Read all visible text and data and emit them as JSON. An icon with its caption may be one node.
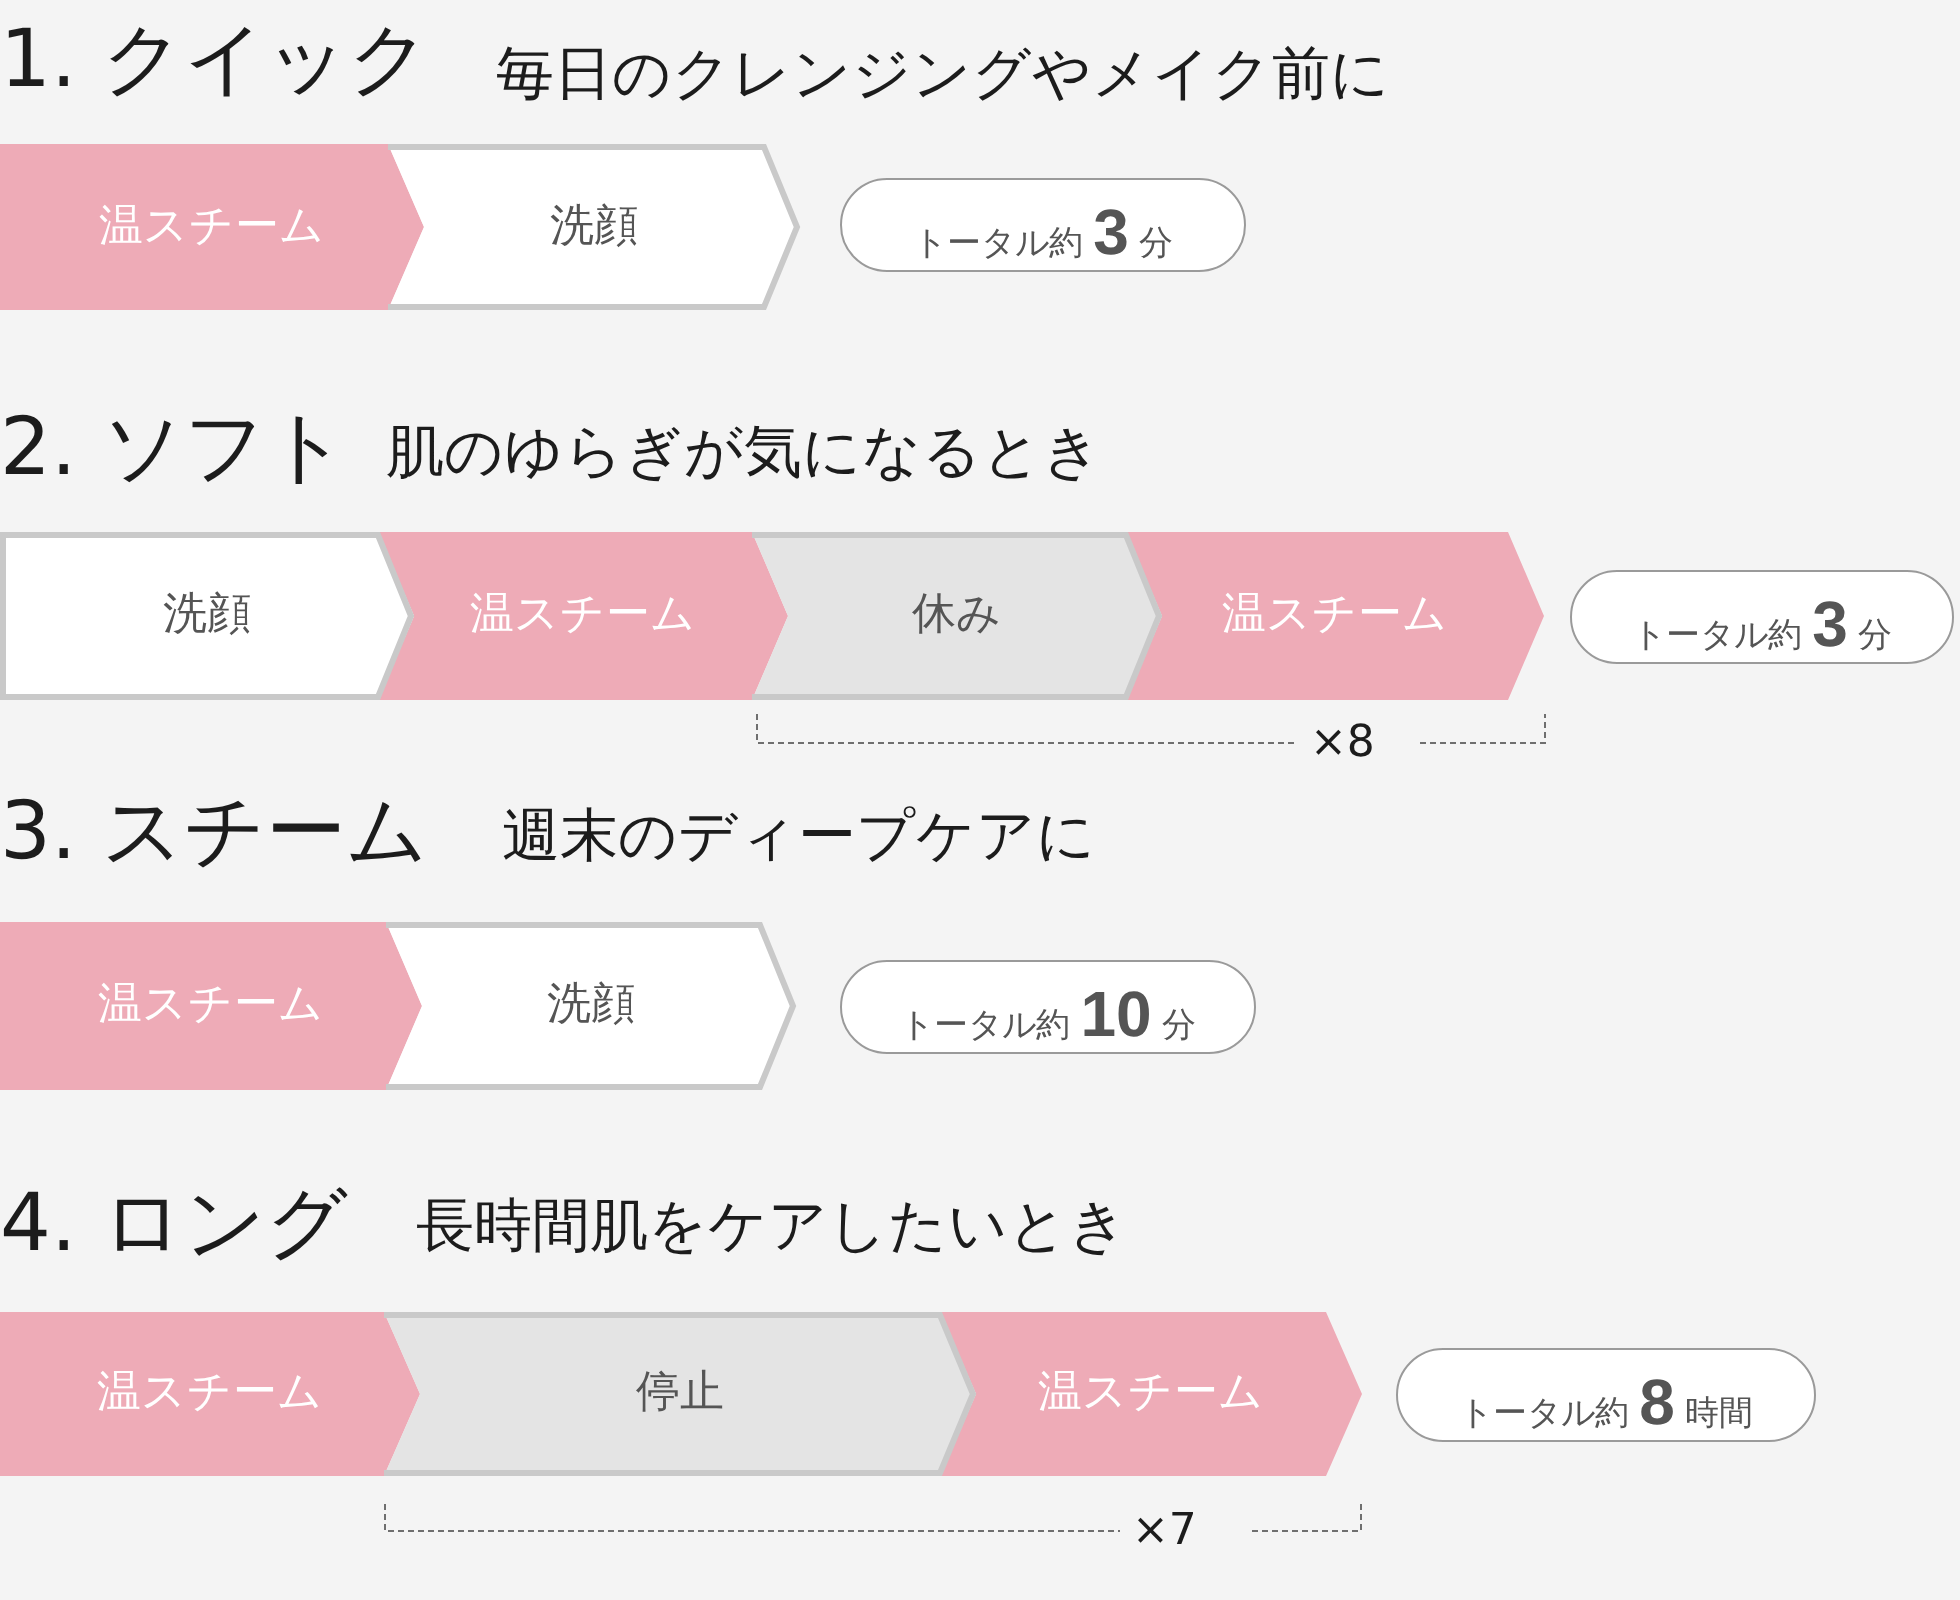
{
  "diagram": {
    "nodes": [
      {
        "text": [
          "温スチーム"
        ]
      },
      {
        "text": [
          "洗顔"
        ]
      },
      {
        "text": [
          "トータル約**3**分"
        ]
      },
      {
        "text": [
          "洗顔"
        ]
      },
      {
        "text": [
          "温スチーム"
        ]
      },
      {
        "text": [
          "休み"
        ]
      },
      {
        "text": [
          "温スチーム"
        ]
      },
      {
        "text": [
          "トータル約**3**分"
        ]
      },
      {
        "text": [
          "温スチーム"
        ]
      },
      {
        "text": [
          "洗顔"
        ]
      },
      {
        "text": [
          "トータル約**10**分"
        ]
      },
      {
        "text": [
          "温スチーム"
        ]
      },
      {
        "text": [
          "停止"
        ]
      },
      {
        "text": [
          "温スチーム"
        ]
      },
      {
        "text": [
          "トータル約**8**時間"
        ]
      }
    ],
    "labels": [
      "1. クイック",
      "毎日のクレンジングやメイク前に",
      "2. ソフト",
      "肌のゆらぎが気になるとき",
      "×8",
      "3. スチーム",
      "週末のディープケアに",
      "4. ロング",
      "長時間肌をケアしたいとき",
      "×7"
    ]
  }
}
